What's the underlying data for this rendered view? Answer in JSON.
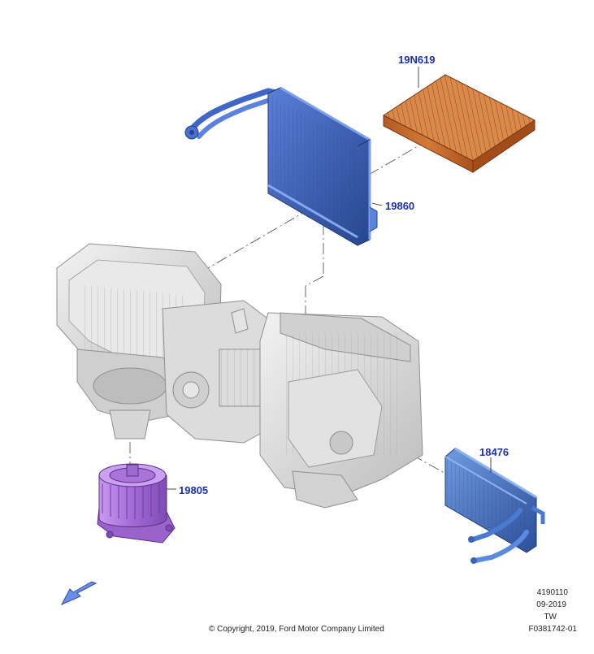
{
  "callouts": {
    "cabin_filter": "19N619",
    "evaporator_core": "19860",
    "heater_core": "18476",
    "blower_motor": "19805"
  },
  "info_block": {
    "line1": "4190110",
    "line2": "09-2019",
    "line3": "TW",
    "line4": "F0381742-01"
  },
  "copyright": "© Copyright, 2019, Ford Motor Company Limited",
  "colors": {
    "callout_text": "#1a2fb8",
    "evaporator": "#3f66c9",
    "cabin_filter": "#c8692a",
    "heater_core": "#3a72c4",
    "blower_motor": "#b07ae0",
    "housing": "#d9d9d9",
    "direction_arrow": "#6a8de8"
  },
  "icons": {
    "direction_arrow": "direction-arrow-icon"
  }
}
